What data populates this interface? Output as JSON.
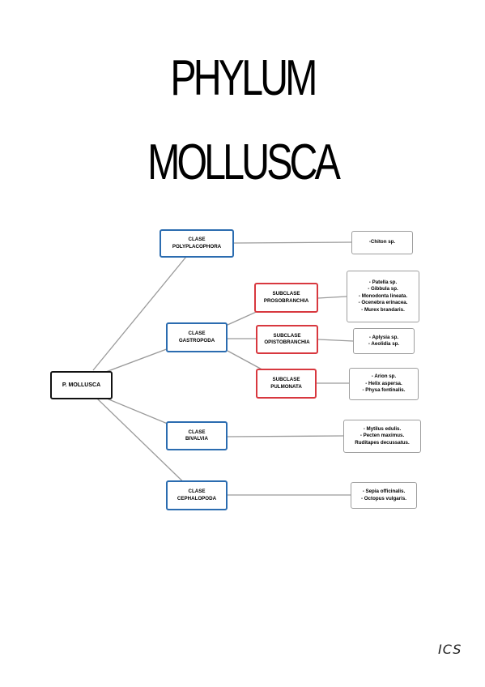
{
  "title": {
    "line1": "PHYLUM",
    "line2": "MOLLUSCA"
  },
  "root": "P. MOLLUSCA",
  "clases": {
    "polyplacophora": {
      "l1": "CLASE",
      "l2": "POLYPLACOPHORA"
    },
    "gastropoda": {
      "l1": "CLASE",
      "l2": "GASTROPODA"
    },
    "bivalvia": {
      "l1": "CLASE",
      "l2": "BIVALVIA"
    },
    "cephalopoda": {
      "l1": "CLASE",
      "l2": "CEPHALOPODA"
    }
  },
  "subclases": {
    "prosobranchia": {
      "l1": "SUBCLASE",
      "l2": "PROSOBRANCHIA"
    },
    "opistobranchia": {
      "l1": "SUBCLASE",
      "l2": "OPISTOBRANCHIA"
    },
    "pulmonata": {
      "l1": "SUBCLASE",
      "l2": "PULMONATA"
    }
  },
  "species": {
    "polyplacophora": [
      "-Chiton sp."
    ],
    "prosobranchia": [
      "- Patella sp.",
      "- Gibbula sp.",
      "- Monodonta lineata.",
      "- Ocenebra erinacea.",
      "- Murex brandaris."
    ],
    "opistobranchia": [
      "- Aplysia sp.",
      "- Aeolidia sp."
    ],
    "pulmonata": [
      "- Arion sp.",
      "- Helix aspersa.",
      "- Physa fontinalis."
    ],
    "bivalvia": [
      "- Mytilus edulis.",
      "- Pecten maximus.",
      "Ruditapes decussatus."
    ],
    "cephalopoda": [
      "- Sepia officinalis.",
      "- Octopus vulgaris."
    ]
  },
  "signature": "ICS",
  "colors": {
    "clase": "#2b6cb0",
    "subclase": "#d8383f",
    "root": "#111111",
    "species": "#9e9e9e",
    "connector": "#9a9a9a"
  }
}
